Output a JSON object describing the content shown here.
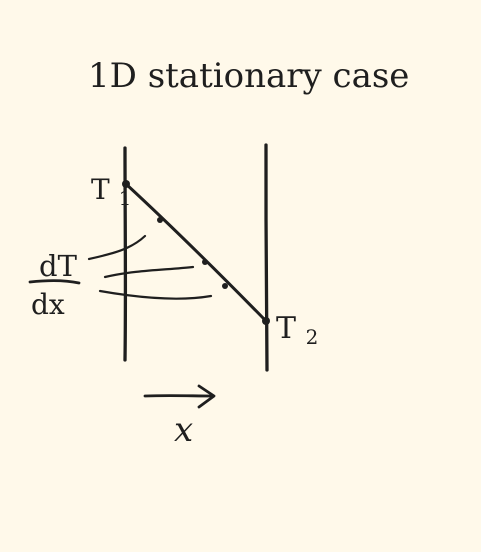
{
  "diagram": {
    "title": "1D stationary case",
    "labels": {
      "left_temperature": "T",
      "left_subscript": "1",
      "right_temperature": "T",
      "right_subscript": "2",
      "derivative_numerator": "dT",
      "derivative_denominator": "dx",
      "axis_label": "x"
    }
  },
  "colors": {
    "background": "#fff9ea",
    "ink": "#1f1f1f"
  }
}
